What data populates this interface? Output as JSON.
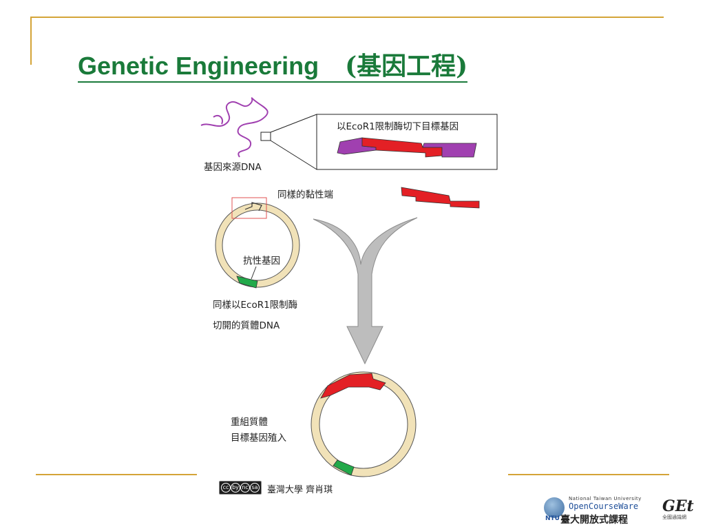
{
  "slide": {
    "title_en": "Genetic Engineering",
    "title_zh": "(基因工程)"
  },
  "diagram": {
    "source_dna_label": "基因來源DNA",
    "cut_label": "以EcoR1限制酶切下目標基因",
    "sticky_end_label": "同樣的黏性端",
    "resistance_gene_label": "抗性基因",
    "plasmid_label_line1": "同樣以EcoR1限制酶",
    "plasmid_label_line2": "切開的質體DNA",
    "recombinant_label_line1": "重組質體",
    "recombinant_label_line2": "目標基因殖入",
    "colors": {
      "source_dna": "#a040b0",
      "target_gene": "#e32025",
      "plasmid": "#f1e2b8",
      "resistance_gene": "#22a94a",
      "arrow": "#bdbdbd",
      "frame": "#d4a437",
      "title": "#1a7a3a"
    }
  },
  "footer": {
    "cc_icons": [
      "cc",
      "by",
      "nc",
      "sa"
    ],
    "credit": "臺灣大學 齊肖琪",
    "ocw_small": "National Taiwan University",
    "ocw_name": "OpenCourseWare",
    "ocw_zh": "臺大開放式課程",
    "ntu_abbr": "NTU",
    "get_logo": "GEt",
    "get_sub": "全國通識網"
  }
}
